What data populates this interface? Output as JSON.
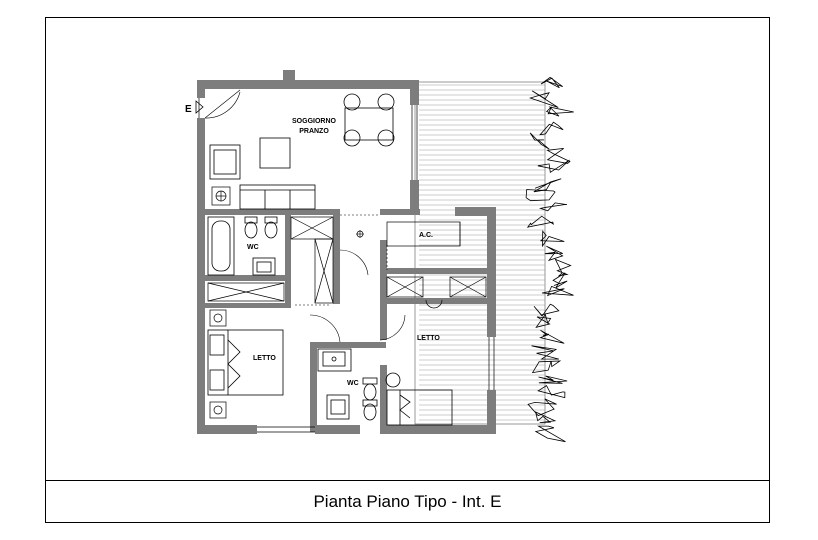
{
  "caption": "Pianta Piano Tipo - Int. E",
  "labels": {
    "entrance": "E",
    "living_1": "SOGGIORNO",
    "living_2": "PRANZO",
    "wc_1": "WC",
    "wc_2": "WC",
    "ac": "A.C.",
    "bedroom_1": "LETTO",
    "bedroom_2": "LETTO"
  },
  "colors": {
    "wall": "#7d7d7d",
    "line": "#000000",
    "terrace": "#9a9a9a"
  }
}
